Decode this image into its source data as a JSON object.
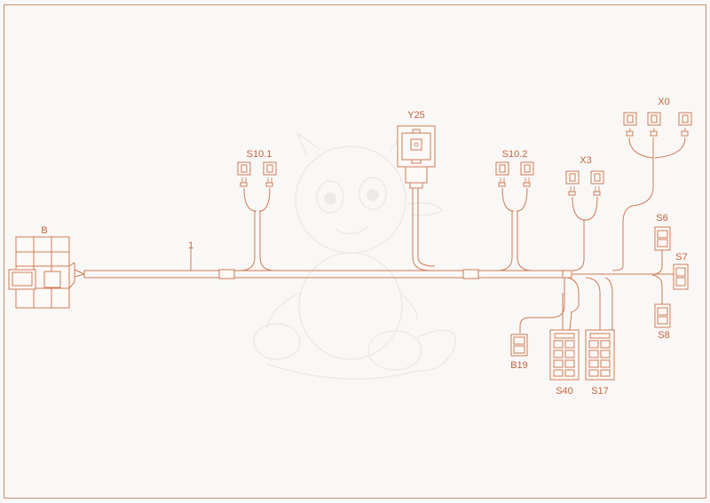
{
  "diagram": {
    "border_color": "#c98c6c",
    "line_color": "#cf7a55",
    "label_color": "#c4633c",
    "labels": {
      "b": "B",
      "wire_1": "1",
      "s10_1": "S10.1",
      "y25": "Y25",
      "s10_2": "S10.2",
      "x3": "X3",
      "x0": "X0",
      "s6": "S6",
      "s7": "S7",
      "s8": "S8",
      "b19": "B19",
      "s40": "S40",
      "s17": "S17"
    },
    "watermark": "dragon-mascot-watermark-icon"
  }
}
